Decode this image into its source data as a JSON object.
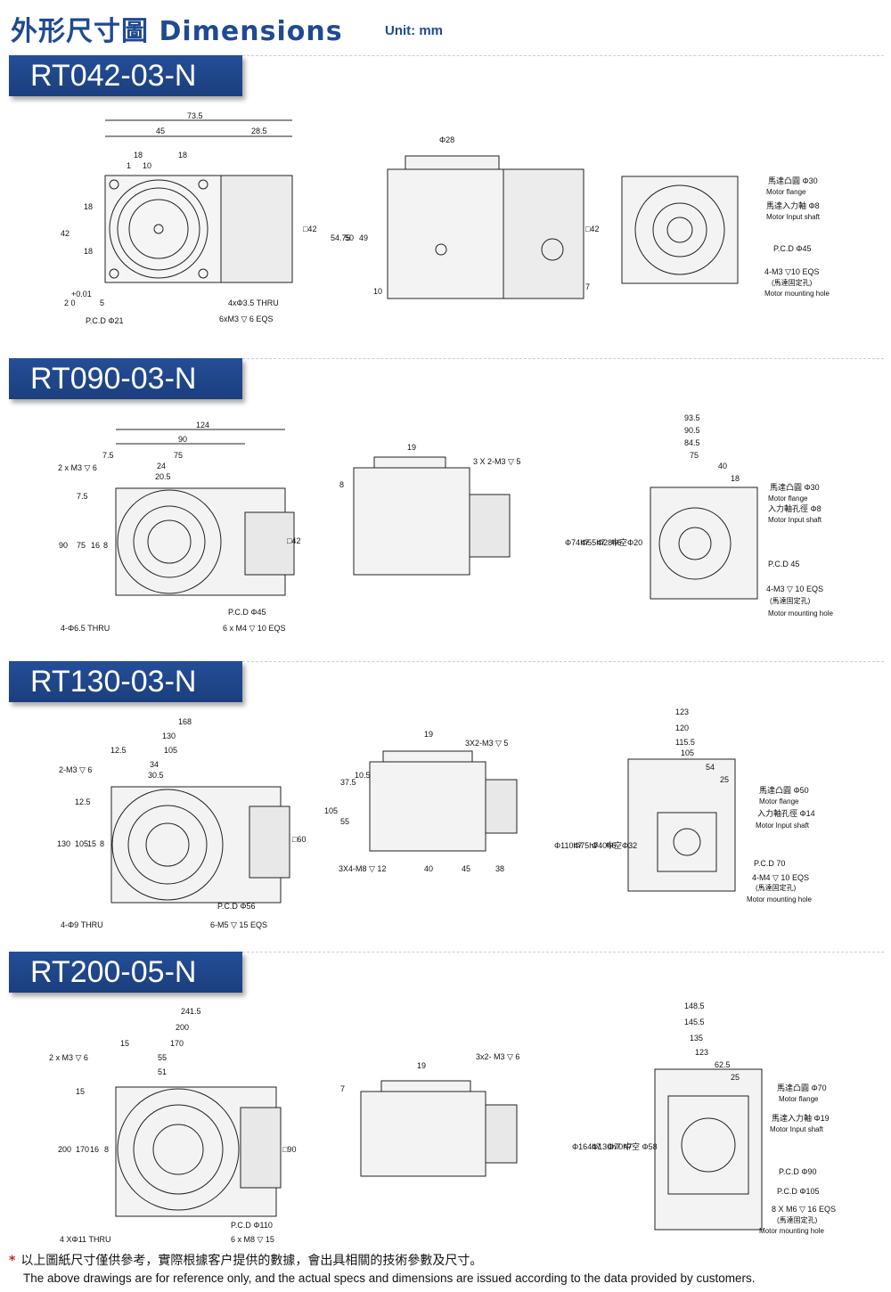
{
  "header": {
    "title": "外形尺寸圖 Dimensions",
    "unit": "Unit: mm"
  },
  "sections": [
    {
      "model": "RT042-03-N",
      "front": {
        "dims": [
          "73.5",
          "45",
          "28.5",
          "18",
          "18",
          "1",
          "10",
          "42",
          "18",
          "18",
          "+0.01",
          "2 0",
          "5",
          "P.C.D Φ21",
          "4xΦ3.5 THRU",
          "6xM3 ▽ 6 EQS",
          "□42"
        ]
      },
      "side": {
        "dims": [
          "Φ28",
          "54.75",
          "50",
          "49",
          "10",
          "□42",
          "7"
        ]
      },
      "rear": {
        "dims": [
          "馬達凸圓 Φ30",
          "Motor flange",
          "馬達入力軸 Φ8",
          "Motor Input shaft",
          "P.C.D Φ45",
          "4-M3 ▽10 EQS",
          "(馬達固定孔)",
          "Motor mounting hole"
        ]
      }
    },
    {
      "model": "RT090-03-N",
      "front": {
        "dims": [
          "124",
          "90",
          "7.5",
          "75",
          "2 x M3 ▽ 6",
          "24",
          "20.5",
          "7.5",
          "90",
          "75",
          "16",
          "8",
          "□42",
          "P.C.D Φ45",
          "4-Φ6.5 THRU",
          "6 x M4 ▽ 10 EQS"
        ]
      },
      "side": {
        "dims": [
          "19",
          "3 X 2-M3 ▽ 5",
          "8"
        ]
      },
      "rear": {
        "dims": [
          "93.5",
          "90.5",
          "84.5",
          "75",
          "40",
          "18",
          "Φ74h7",
          "Φ55h7",
          "Φ28h6",
          "中空Φ20",
          "馬達凸圓 Φ30",
          "Motor flange",
          "入力軸孔徑 Φ8",
          "Motor Input shaft",
          "P.C.D 45",
          "4-M3 ▽ 10 EQS",
          "(馬達固定孔)",
          "Motor mounting hole"
        ]
      }
    },
    {
      "model": "RT130-03-N",
      "front": {
        "dims": [
          "168",
          "130",
          "12.5",
          "105",
          "2-M3 ▽ 6",
          "34",
          "30.5",
          "12.5",
          "130",
          "105",
          "15",
          "8",
          "□60",
          "P.C.D Φ56",
          "4-Φ9 THRU",
          "6-M5 ▽ 15 EQS"
        ]
      },
      "side": {
        "dims": [
          "19",
          "3X2-M3 ▽ 5",
          "37.5",
          "10.5",
          "105",
          "55",
          "3X4-M8 ▽ 12",
          "40",
          "45",
          "38"
        ]
      },
      "rear": {
        "dims": [
          "123",
          "120",
          "115.5",
          "105",
          "54",
          "25",
          "Φ110h7",
          "Φ75h7",
          "Φ40h6",
          "中空Φ32",
          "馬達凸圓 Φ50",
          "Motor flange",
          "入力軸孔徑 Φ14",
          "Motor Input shaft",
          "P.C.D 70",
          "4-M4 ▽ 10 EQS",
          "(馬達固定孔)",
          "Motor mounting hole"
        ]
      }
    },
    {
      "model": "RT200-05-N",
      "front": {
        "dims": [
          "241.5",
          "200",
          "15",
          "170",
          "2 x M3 ▽ 6",
          "55",
          "51",
          "15",
          "200",
          "170",
          "16",
          "8",
          "□90",
          "P.C.D Φ110",
          "4 XΦ11 THRU",
          "6 x M8 ▽ 15"
        ]
      },
      "side": {
        "dims": [
          "19",
          "3x2- M3 ▽ 6",
          "7"
        ]
      },
      "rear": {
        "dims": [
          "148.5",
          "145.5",
          "135",
          "123",
          "62.5",
          "25",
          "Φ164h7",
          "Φ130h7",
          "Φ70h7",
          "中空 Φ58",
          "馬達凸圓 Φ70",
          "Motor flange",
          "馬達入力軸 Φ19",
          "Motor Input shaft",
          "P.C.D Φ90",
          "P.C.D Φ105",
          "8 X M6 ▽ 16 EQS",
          "(馬達固定孔)",
          "Motor mounting hole"
        ]
      }
    }
  ],
  "footer": {
    "star": "*",
    "note_zh": "以上圖紙尺寸僅供參考，實際根據客户提供的數據，會出具相關的技術參數及尺寸。",
    "note_en": "The above drawings are for reference only, and the actual specs and dimensions are issued according to the data provided by customers."
  }
}
